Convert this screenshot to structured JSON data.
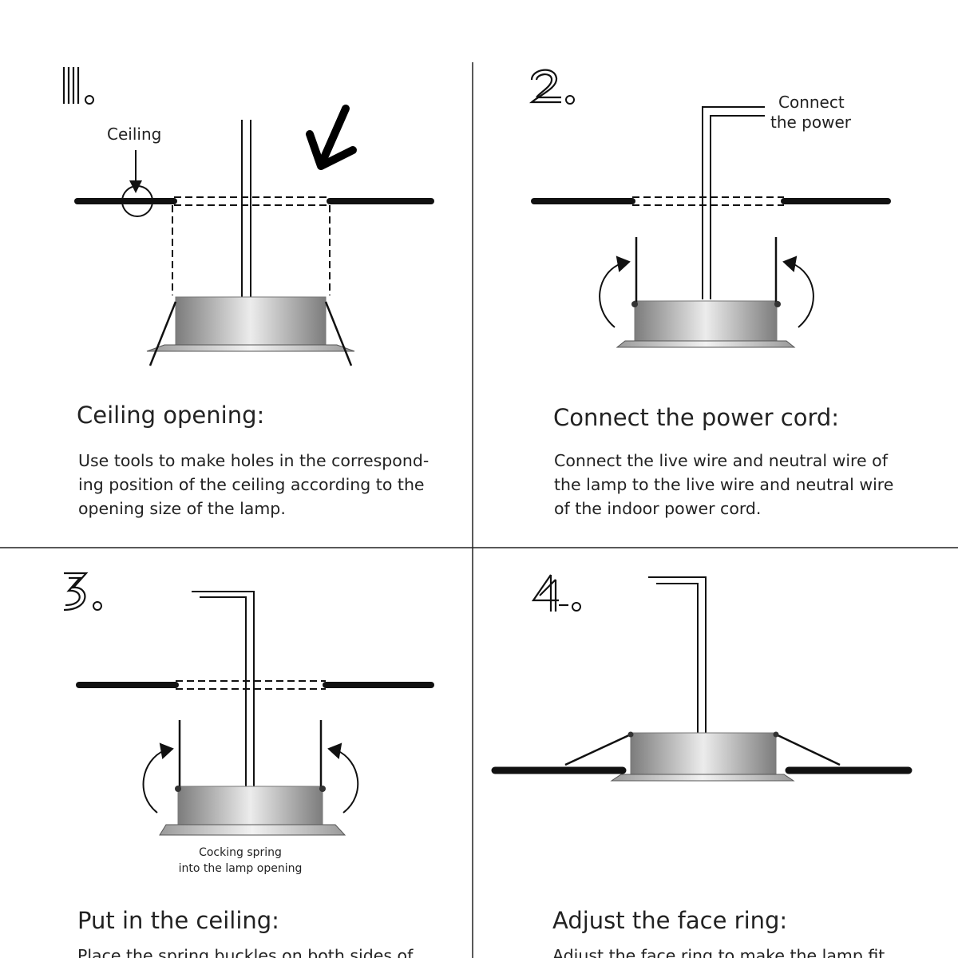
{
  "steps": [
    {
      "number": "1",
      "title": "Ceiling opening:",
      "description_lines": [
        "Use tools to make holes in the correspond-",
        "ing position of the ceiling according to the",
        "opening size of the lamp."
      ],
      "annotations": [
        "Ceiling"
      ]
    },
    {
      "number": "2",
      "title": "Connect the power cord:",
      "description_lines": [
        "Connect the live wire and neutral wire of",
        "the lamp to the live wire and neutral wire",
        "of the indoor power cord."
      ],
      "annotations": [
        "Connect",
        "the power"
      ]
    },
    {
      "number": "3",
      "title": "Put in the ceiling:",
      "description_lines": [
        "Place the spring buckles on both sides of"
      ],
      "annotations": [
        "Cocking spring",
        "into the lamp opening"
      ]
    },
    {
      "number": "4",
      "title": "Adjust the face ring:",
      "description_lines": [
        "Adjust the face ring to make the lamp fit"
      ],
      "annotations": []
    }
  ]
}
